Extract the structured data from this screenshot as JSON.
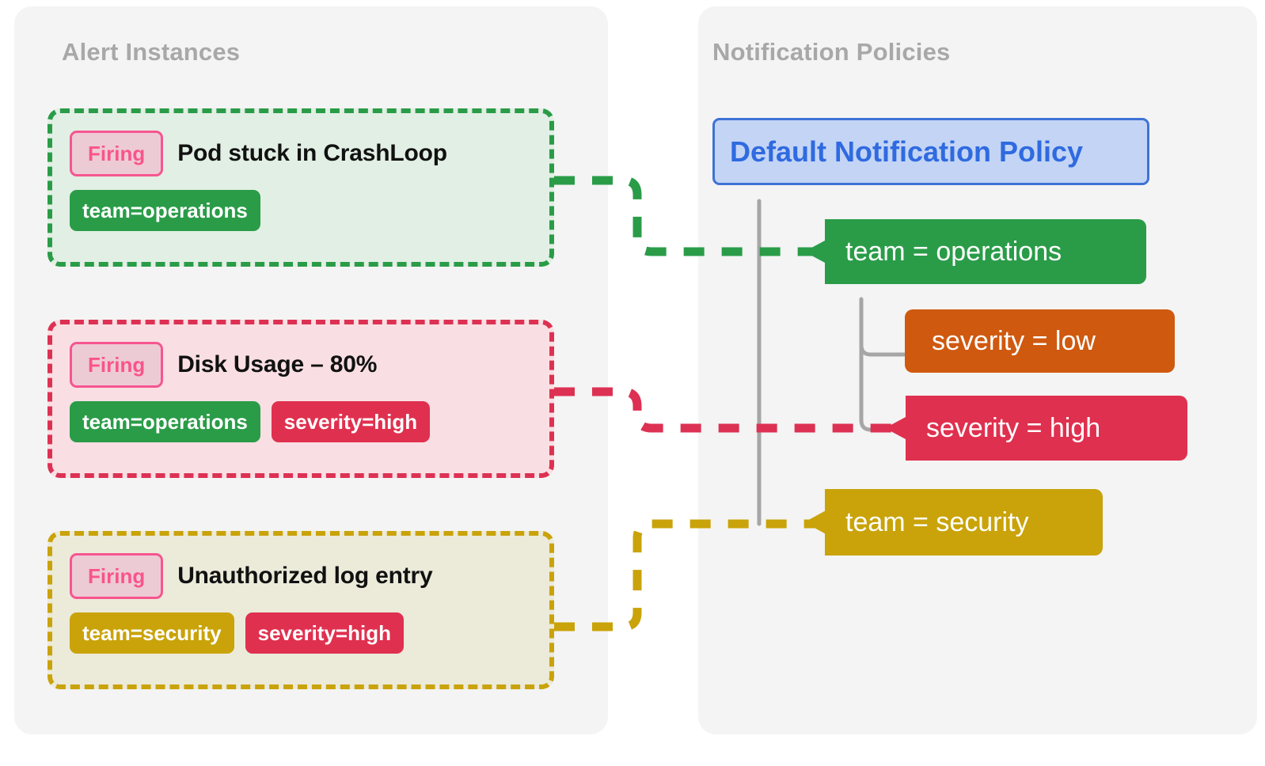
{
  "panels": {
    "left": {
      "title": "Alert Instances"
    },
    "right": {
      "title": "Notification Policies"
    }
  },
  "alert_instances": [
    {
      "state": "Firing",
      "title": "Pod stuck in CrashLoop",
      "accent": "#2a9c48",
      "fill": "#e2efe4",
      "labels": [
        {
          "text": "team=operations",
          "color": "#2a9c48"
        }
      ]
    },
    {
      "state": "Firing",
      "title": "Disk Usage – 80%",
      "accent": "#dd3153",
      "fill": "#f9dfe3",
      "labels": [
        {
          "text": "team=operations",
          "color": "#2a9c48"
        },
        {
          "text": "severity=high",
          "color": "#e0304f"
        }
      ]
    },
    {
      "state": "Firing",
      "title": "Unauthorized log entry",
      "accent": "#c9a309",
      "fill": "#ecead9",
      "labels": [
        {
          "text": "team=security",
          "color": "#c9a309"
        },
        {
          "text": "severity=high",
          "color": "#e0304f"
        }
      ]
    }
  ],
  "notification_policy": {
    "root_label": "Default Notification Policy",
    "root_text_color": "#2f6ae0",
    "root_fill": "#c3d4f5",
    "root_border": "#3e72d6",
    "routes": [
      {
        "label": "team = operations",
        "color": "#2a9c48",
        "matched": true,
        "depth": 1
      },
      {
        "label": "severity = low",
        "color": "#cf590f",
        "matched": false,
        "depth": 2
      },
      {
        "label": "severity = high",
        "color": "#e0304f",
        "matched": true,
        "depth": 2
      },
      {
        "label": "team = security",
        "color": "#c9a309",
        "matched": true,
        "depth": 1
      }
    ]
  },
  "connections": [
    {
      "from_alert": 0,
      "to_route": 0,
      "color": "#2a9c48"
    },
    {
      "from_alert": 1,
      "to_route": 2,
      "color": "#dd3153"
    },
    {
      "from_alert": 2,
      "to_route": 3,
      "color": "#c9a309"
    }
  ],
  "colors": {
    "page_background": "#ffffff",
    "panel_background": "#f4f4f4",
    "panel_title": "#a8a8a8",
    "tree_line": "#a6a6a6",
    "firing_text": "#f9548c",
    "firing_fill": "#edcbd5",
    "firing_border": "#f65590",
    "alert_title_text": "#111111"
  }
}
